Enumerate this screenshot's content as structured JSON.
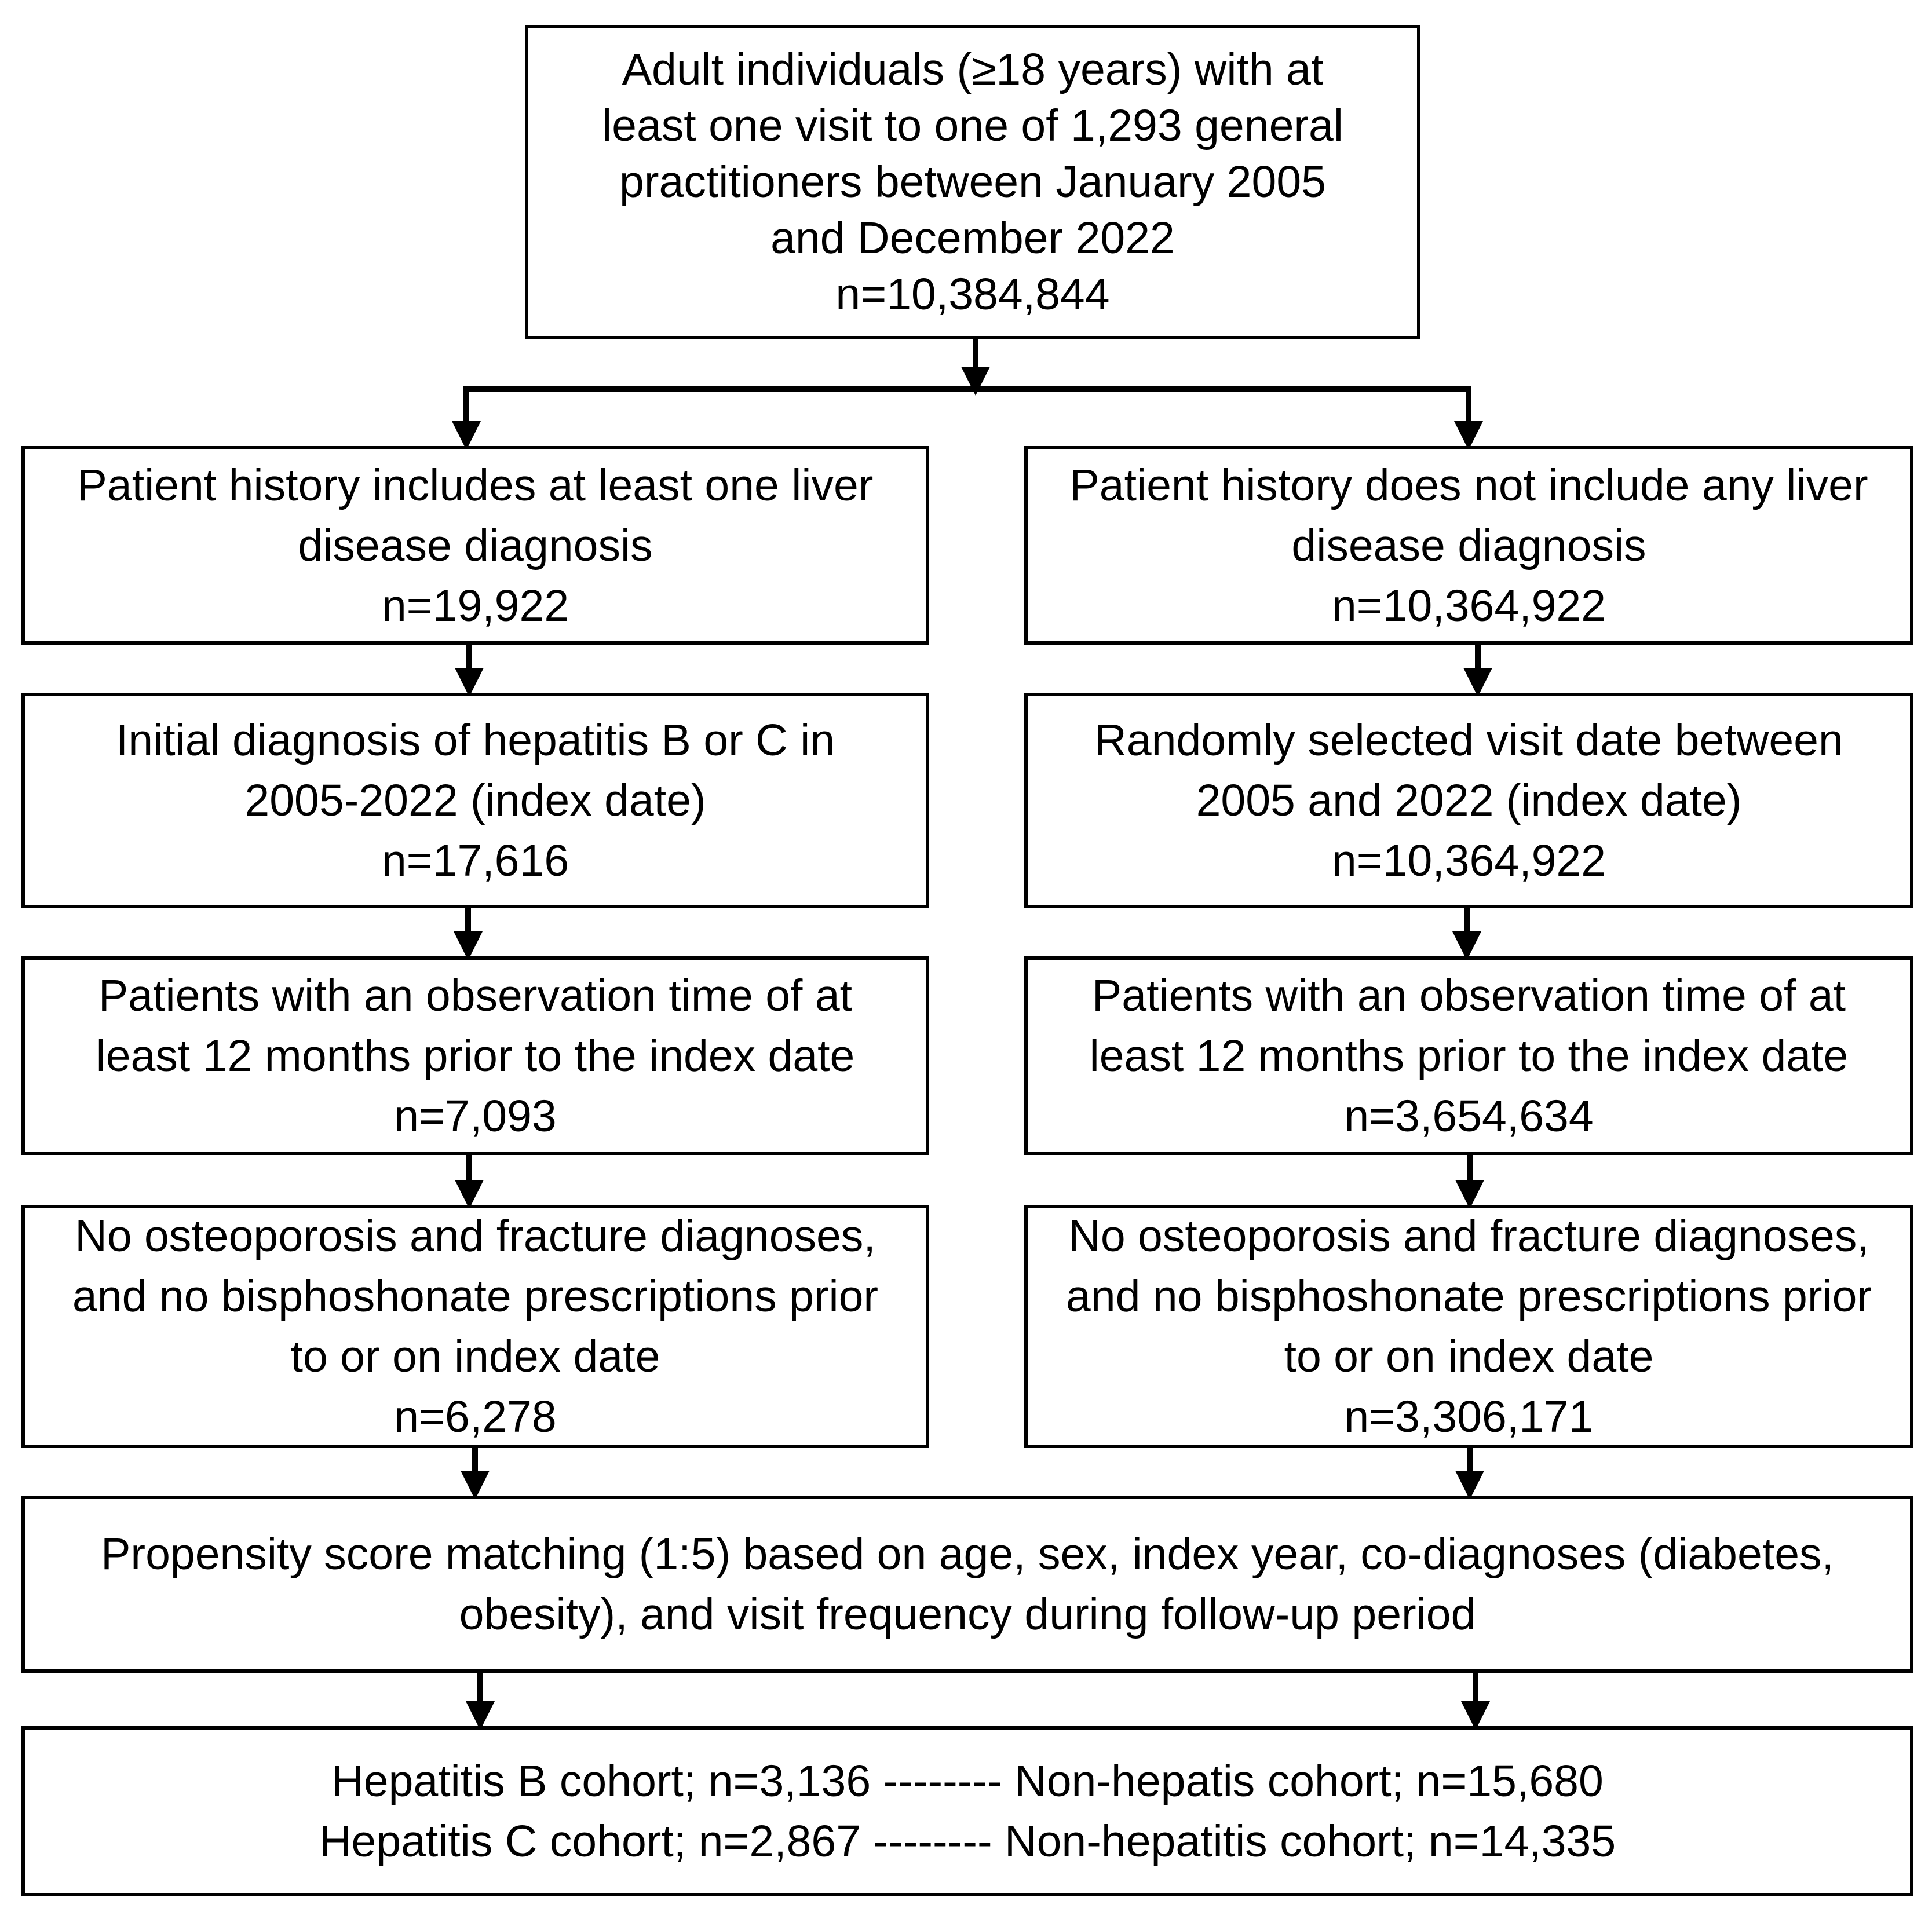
{
  "top": {
    "line1": "Adult individuals (≥18 years) with at",
    "line2": "least one visit to one of 1,293 general",
    "line3": "practitioners between January 2005",
    "line4": "and December 2022",
    "n": "n=10,384,844"
  },
  "left": {
    "liver": {
      "line1": "Patient history includes at least one liver",
      "line2": "disease diagnosis",
      "n": "n=19,922"
    },
    "index": {
      "line1": "Initial diagnosis of hepatitis B or C in",
      "line2": "2005-2022 (index date)",
      "n": "n=17,616"
    },
    "observation": {
      "line1": "Patients with an observation time of at",
      "line2": "least 12 months prior to the index date",
      "n": "n=7,093"
    },
    "exclusion": {
      "line1": "No osteoporosis and fracture diagnoses,",
      "line2": "and no bisphoshonate prescriptions prior",
      "line3": "to or on index date",
      "n": "n=6,278"
    }
  },
  "right": {
    "liver": {
      "line1": "Patient history does not include any liver",
      "line2": "disease diagnosis",
      "n": "n=10,364,922"
    },
    "index": {
      "line1": "Randomly selected visit date between",
      "line2": "2005 and 2022 (index date)",
      "n": "n=10,364,922"
    },
    "observation": {
      "line1": "Patients with an observation time of at",
      "line2": "least 12 months prior to the index date",
      "n": "n=3,654,634"
    },
    "exclusion": {
      "line1": "No osteoporosis and fracture diagnoses,",
      "line2": "and no bisphoshonate prescriptions prior",
      "line3": "to or on index date",
      "n": "n=3,306,171"
    }
  },
  "matching": {
    "line1": "Propensity score matching (1:5) based on age, sex, index year, co-diagnoses (diabetes,",
    "line2": "obesity), and visit frequency during follow-up period"
  },
  "cohorts": {
    "line1": "Hepatitis B cohort; n=3,136 -------- Non-hepatis cohort; n=15,680",
    "line2": "Hepatitis C cohort; n=2,867 -------- Non-hepatitis cohort; n=14,335"
  }
}
